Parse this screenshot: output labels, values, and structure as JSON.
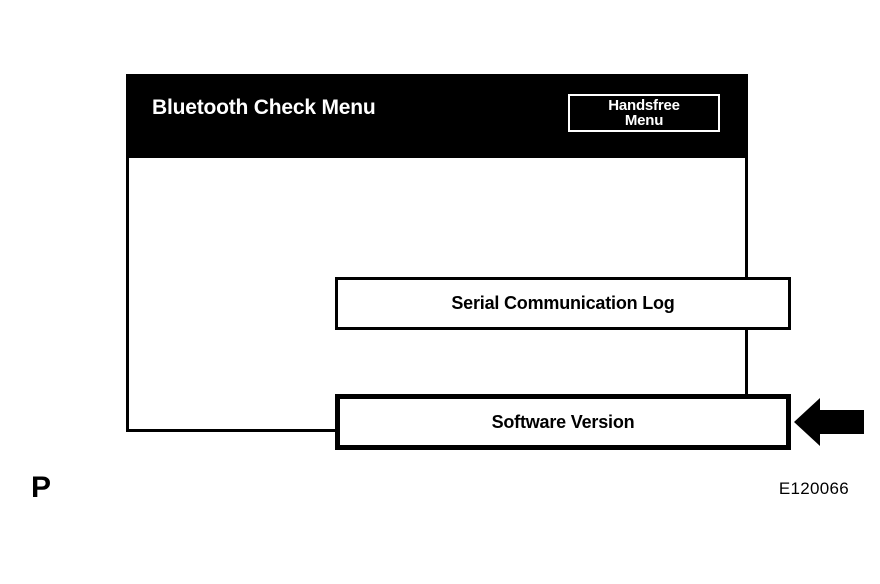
{
  "screen": {
    "title": "Bluetooth Check Menu",
    "header_button": {
      "line1": "Handsfree",
      "line2": "Menu"
    },
    "menu_items": [
      {
        "label": "Serial Communication Log",
        "selected": false
      },
      {
        "label": "Software Version",
        "selected": true
      }
    ],
    "colors": {
      "header_background": "#000000",
      "header_text": "#ffffff",
      "body_background": "#ffffff",
      "body_text": "#000000",
      "border": "#000000"
    }
  },
  "annotations": {
    "pointer_arrow": "left-arrow-icon",
    "pointer_target": "Software Version",
    "page_marker": "P",
    "figure_code": "E120066"
  }
}
